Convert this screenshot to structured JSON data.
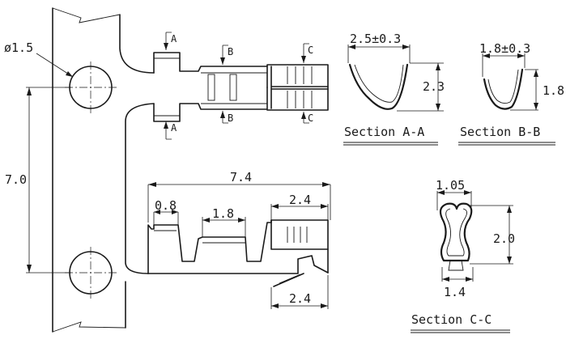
{
  "dimensions": {
    "hole_diameter": "ø1.5",
    "pitch": "7.0",
    "overall_length": "7.4",
    "crimp_width": "0.8",
    "barrel_length": "1.8",
    "contact_length_top": "2.4",
    "contact_length_bottom": "2.4"
  },
  "section_markers": {
    "a": "A",
    "b": "B",
    "c": "C"
  },
  "sections": {
    "aa": {
      "title": "Section A-A",
      "width": "2.5±0.3",
      "height": "2.3"
    },
    "bb": {
      "title": "Section B-B",
      "width": "1.8±0.3",
      "height": "1.8"
    },
    "cc": {
      "title": "Section C-C",
      "width_top": "1.05",
      "width_bottom": "1.4",
      "height": "2.0"
    }
  }
}
